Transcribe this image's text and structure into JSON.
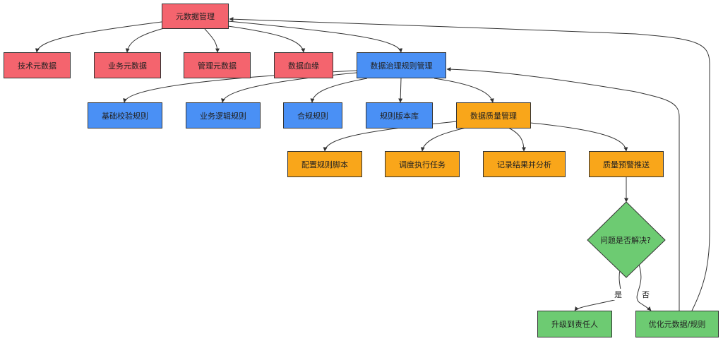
{
  "diagram": {
    "nodes": {
      "metadata_mgmt": "元数据管理",
      "tech_metadata": "技术元数据",
      "biz_metadata": "业务元数据",
      "mgmt_metadata": "管理元数据",
      "lineage": "数据血缘",
      "rule_mgmt": "数据治理规则管理",
      "basic_rules": "基础校验规则",
      "logic_rules": "业务逻辑规则",
      "compliance_rules": "合规规则",
      "rule_repo": "规则版本库",
      "quality_mgmt": "数据质量管理",
      "config_script": "配置规则脚本",
      "schedule_task": "调度执行任务",
      "record_analyze": "记录结果并分析",
      "alert_push": "质量预警推送",
      "decision": "问题是否解决?",
      "escalate": "升级到责任人",
      "optimize": "优化元数据/规则"
    },
    "edge_labels": {
      "yes": "是",
      "no": "否"
    },
    "colors": {
      "metadata": "#f4646e",
      "rules": "#4a90f5",
      "quality": "#f9a61a",
      "feedback": "#6dcb72"
    }
  }
}
